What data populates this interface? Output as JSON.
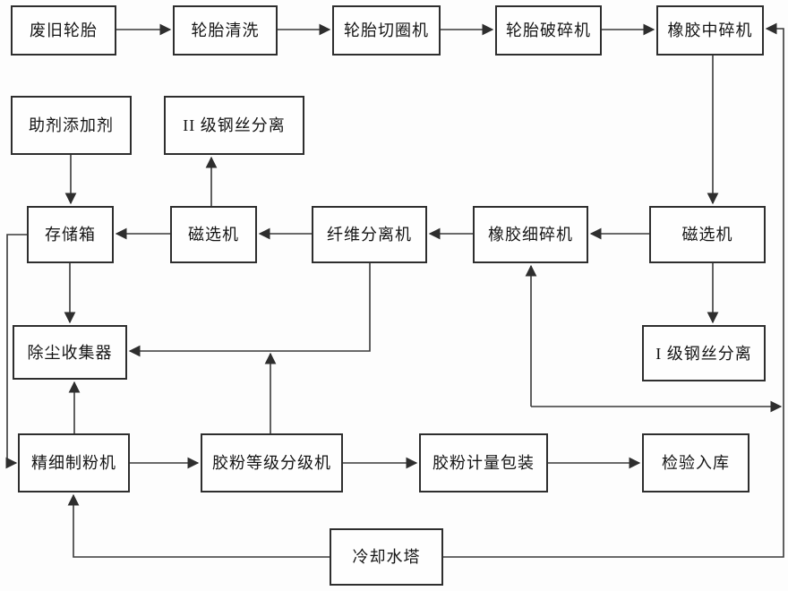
{
  "nodes": {
    "waste_tire": {
      "label": "废旧轮胎"
    },
    "tire_washing": {
      "label": "轮胎清洗"
    },
    "bead_cutting": {
      "label": "轮胎切圈机"
    },
    "tire_crusher": {
      "label": "轮胎破碎机"
    },
    "medium_crusher": {
      "label": "橡胶中碎机"
    },
    "additive": {
      "label": "助剂添加剂"
    },
    "wire_sep_2": {
      "label": "II 级钢丝分离"
    },
    "storage_box": {
      "label": "存储箱"
    },
    "magnetic_mid": {
      "label": "磁选机"
    },
    "fiber_separator": {
      "label": "纤维分离机"
    },
    "fine_crusher": {
      "label": "橡胶细碎机"
    },
    "magnetic_right": {
      "label": "磁选机"
    },
    "dust_collector": {
      "label": "除尘收集器"
    },
    "wire_sep_1": {
      "label": "I 级钢丝分离"
    },
    "fine_mill": {
      "label": "精细制粉机"
    },
    "classifier": {
      "label": "胶粉等级分级机"
    },
    "packaging": {
      "label": "胶粉计量包装"
    },
    "inspection": {
      "label": "检验入库"
    },
    "cooling_tower": {
      "label": "冷却水塔"
    }
  },
  "edges": [
    {
      "from": "waste_tire",
      "to": "tire_washing"
    },
    {
      "from": "tire_washing",
      "to": "bead_cutting"
    },
    {
      "from": "bead_cutting",
      "to": "tire_crusher"
    },
    {
      "from": "tire_crusher",
      "to": "medium_crusher"
    },
    {
      "from": "medium_crusher",
      "to": "magnetic_right"
    },
    {
      "from": "magnetic_right",
      "to": "fine_crusher"
    },
    {
      "from": "fine_crusher",
      "to": "fiber_separator"
    },
    {
      "from": "fiber_separator",
      "to": "magnetic_mid"
    },
    {
      "from": "magnetic_mid",
      "to": "storage_box"
    },
    {
      "from": "magnetic_mid",
      "to": "wire_sep_2"
    },
    {
      "from": "additive",
      "to": "storage_box"
    },
    {
      "from": "storage_box",
      "to": "dust_collector"
    },
    {
      "from": "storage_box",
      "to": "fine_mill"
    },
    {
      "from": "fiber_separator",
      "to": "dust_collector"
    },
    {
      "from": "classifier",
      "to": "dust_collector"
    },
    {
      "from": "fine_mill",
      "to": "dust_collector"
    },
    {
      "from": "magnetic_right",
      "to": "wire_sep_1"
    },
    {
      "from": "fine_mill",
      "to": "classifier"
    },
    {
      "from": "classifier",
      "to": "packaging"
    },
    {
      "from": "packaging",
      "to": "inspection"
    },
    {
      "from": "cooling_tower",
      "to": "fine_mill"
    },
    {
      "from": "cooling_tower",
      "to": "medium_crusher"
    },
    {
      "from": "return_line",
      "to": "fine_crusher"
    }
  ],
  "colors": {
    "line": "#3a3a3a",
    "box_border": "#2e2e2e",
    "background": "#fdfdfd",
    "text": "#141414"
  }
}
